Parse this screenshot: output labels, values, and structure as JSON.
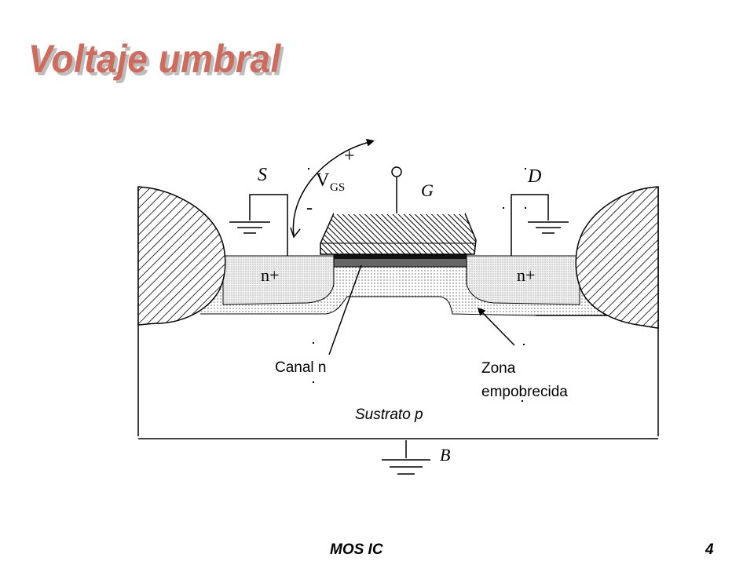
{
  "slide": {
    "title": "Voltaje umbral",
    "footer_left": "MOS IC",
    "page_number": "4"
  },
  "diagram": {
    "terminals": {
      "source": "S",
      "gate": "G",
      "drain": "D",
      "body": "B"
    },
    "voltage": {
      "symbol": "V",
      "subscript": "GS",
      "plus": "+",
      "minus": "-"
    },
    "regions": {
      "source_doping": "n+",
      "drain_doping": "n+",
      "channel": "Canal n",
      "depletion_line1": "Zona",
      "depletion_line2": "empobrecida",
      "substrate": "Sustrato p"
    }
  }
}
